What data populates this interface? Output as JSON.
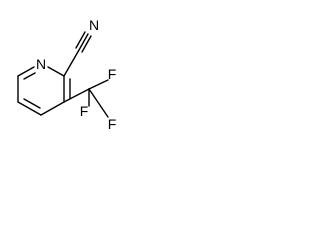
{
  "molecule": {
    "atoms": {
      "ring_nitrogen": "N",
      "nitrile_nitrogen": "N",
      "fluorine_top": "F",
      "fluorine_left": "F",
      "fluorine_bottom": "F"
    }
  }
}
